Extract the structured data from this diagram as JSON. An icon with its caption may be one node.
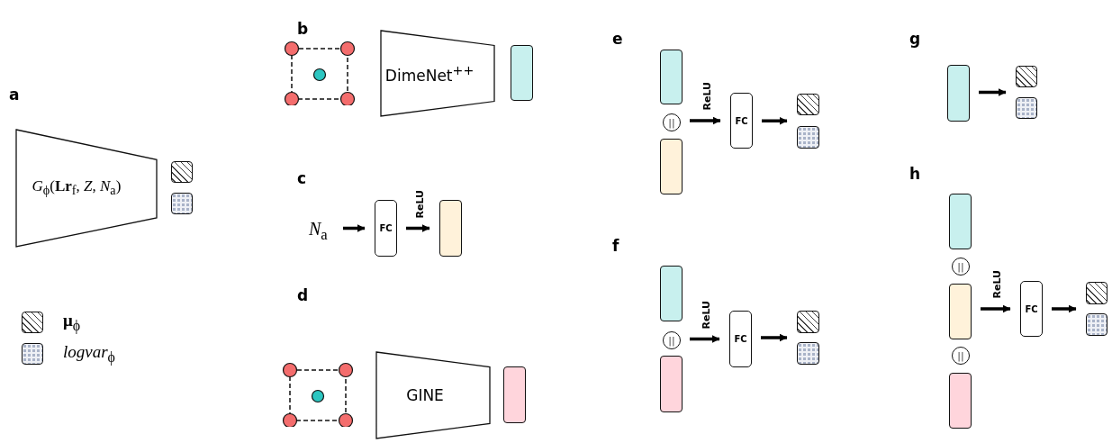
{
  "diagram": {
    "nodes": [
      {
        "text": [
          "*G*$_{ϕ}$(**Lr**$_{f}$, *Z*, *N*$_{a}$)"
        ]
      },
      {
        "text": [],
        "shape": "box"
      },
      {
        "text": [],
        "shape": "box"
      },
      {
        "text": [
          "DimeNet$^{++}$"
        ]
      },
      {
        "text": [],
        "shape": "bar"
      },
      {
        "text": [
          "*N*$_{a}$"
        ]
      },
      {
        "text": [
          "FC"
        ]
      },
      {
        "text": [],
        "shape": "bar"
      },
      {
        "text": [
          "GINE"
        ]
      },
      {
        "text": [],
        "shape": "bar"
      },
      {
        "text": [],
        "shape": "bar"
      },
      {
        "text": [
          "||"
        ]
      },
      {
        "text": [],
        "shape": "bar"
      },
      {
        "text": [
          "FC"
        ]
      },
      {
        "text": [],
        "shape": "box"
      },
      {
        "text": [],
        "shape": "box"
      },
      {
        "text": [],
        "shape": "bar"
      },
      {
        "text": [
          "||"
        ]
      },
      {
        "text": [],
        "shape": "bar"
      },
      {
        "text": [
          "FC"
        ]
      },
      {
        "text": [],
        "shape": "box"
      },
      {
        "text": [],
        "shape": "box"
      },
      {
        "text": [],
        "shape": "bar"
      },
      {
        "text": [],
        "shape": "box"
      },
      {
        "text": [],
        "shape": "box"
      },
      {
        "text": [],
        "shape": "bar"
      },
      {
        "text": [
          "||"
        ]
      },
      {
        "text": [],
        "shape": "bar"
      },
      {
        "text": [
          "||"
        ]
      },
      {
        "text": [],
        "shape": "bar"
      },
      {
        "text": [
          "FC"
        ]
      },
      {
        "text": [],
        "shape": "box"
      },
      {
        "text": [],
        "shape": "box"
      }
    ],
    "edges": [
      {
        "from": 5,
        "to": 6,
        "arrow": "to"
      },
      {
        "from": 6,
        "to": 7,
        "arrow": "to",
        "label": "ReLU"
      },
      {
        "from": 11,
        "to": 13,
        "arrow": "to",
        "label": "ReLU"
      },
      {
        "from": 13,
        "to": 14,
        "arrow": "to"
      },
      {
        "from": 13,
        "to": 15,
        "arrow": "to"
      },
      {
        "from": 17,
        "to": 19,
        "arrow": "to",
        "label": "ReLU"
      },
      {
        "from": 19,
        "to": 20,
        "arrow": "to"
      },
      {
        "from": 19,
        "to": 21,
        "arrow": "to"
      },
      {
        "from": 22,
        "to": 23,
        "arrow": "to"
      },
      {
        "from": 22,
        "to": 24,
        "arrow": "to"
      },
      {
        "from": 27,
        "to": 30,
        "arrow": "to",
        "label": "ReLU"
      },
      {
        "from": 30,
        "to": 31,
        "arrow": "to"
      },
      {
        "from": 30,
        "to": 32,
        "arrow": "to"
      }
    ],
    "labels": [
      "a",
      "b",
      "c",
      "d",
      "e",
      "f",
      "g",
      "h"
    ],
    "legend": [
      {
        "text": "**μ**$_{ϕ}$"
      },
      {
        "text": "*logvar*$_{ϕ}$"
      }
    ]
  }
}
